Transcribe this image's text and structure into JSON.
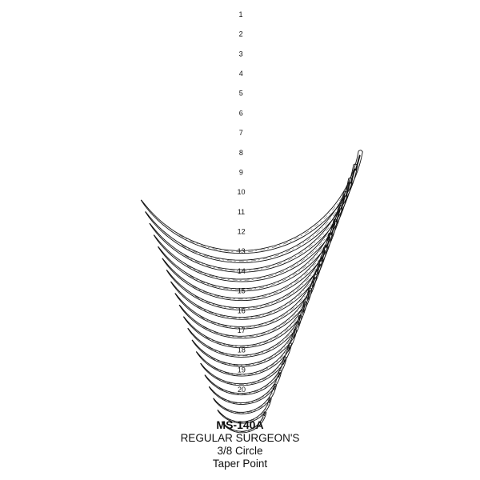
{
  "product": {
    "model": "MS-140A",
    "name": "REGULAR SURGEON'S",
    "curvature": "3/8 Circle",
    "point": "Taper Point"
  },
  "needles": {
    "sizes": [
      "1",
      "2",
      "3",
      "4",
      "5",
      "6",
      "7",
      "8",
      "9",
      "10",
      "11",
      "12",
      "13",
      "14",
      "15",
      "16",
      "17",
      "18",
      "19",
      "20"
    ],
    "colors": {
      "stroke": "#111111",
      "background": "#ffffff"
    },
    "icon": "curved-needle-icon"
  }
}
